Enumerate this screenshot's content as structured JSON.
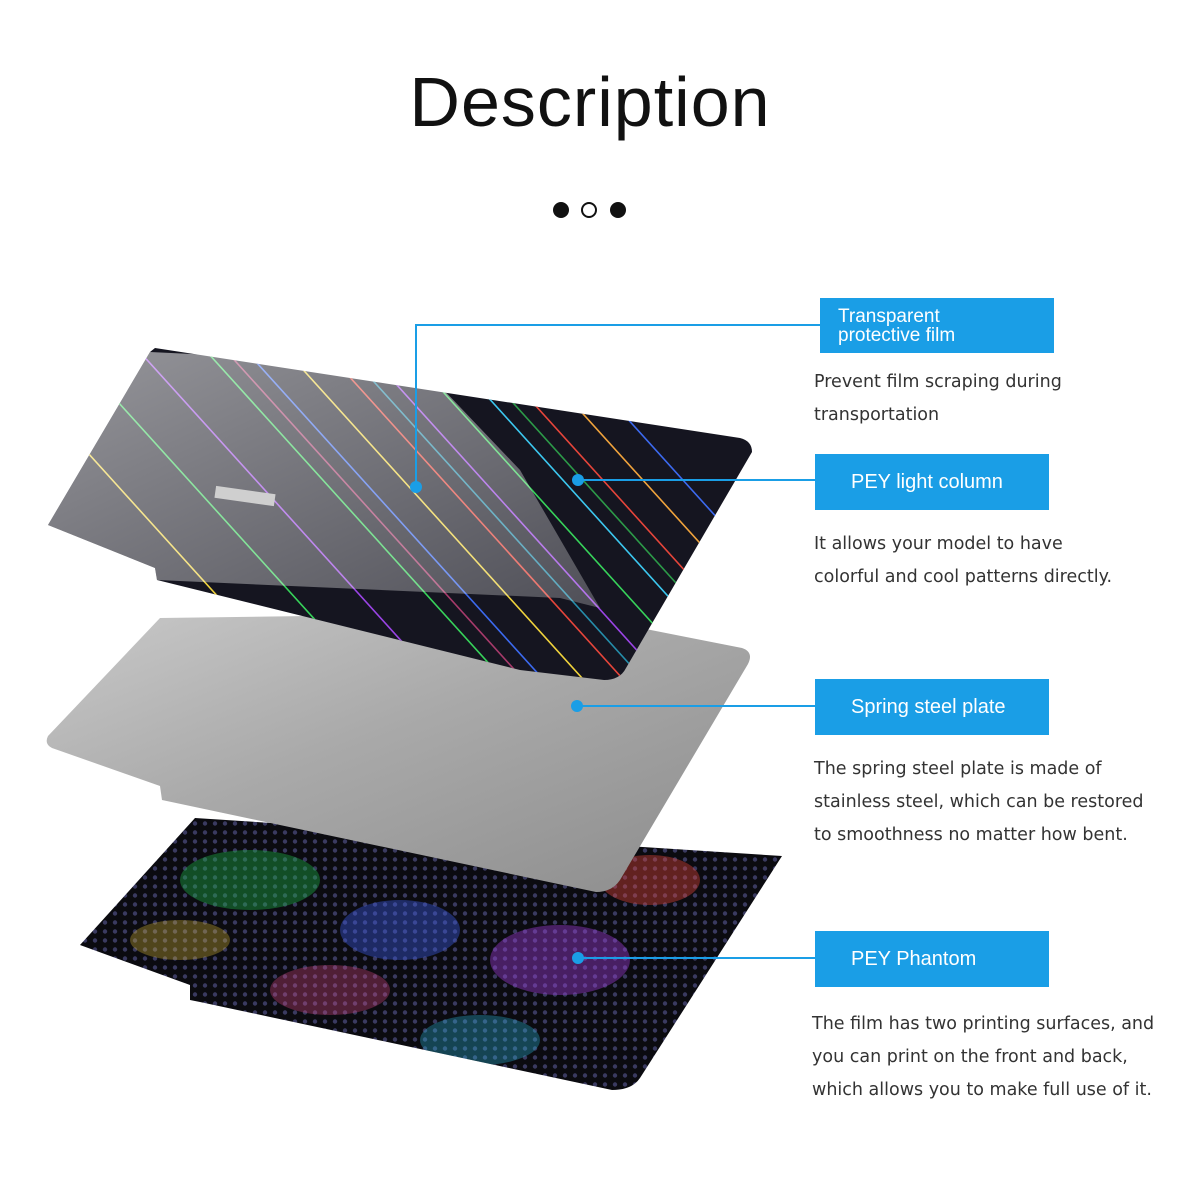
{
  "title": "Description",
  "page_dots": [
    {
      "state": "filled"
    },
    {
      "state": "hollow"
    },
    {
      "state": "filled"
    }
  ],
  "colors": {
    "accent": "#1a9ee6",
    "connector": "#1a9ee6",
    "text": "#333333"
  },
  "callouts": [
    {
      "label_line1": "Transparent",
      "label_line2": "protective film",
      "description": [
        "Prevent film scraping during",
        "transportation"
      ]
    },
    {
      "label": "PEY light column",
      "description": [
        "It allows your model to have",
        "colorful and cool patterns directly."
      ]
    },
    {
      "label": "Spring steel plate",
      "description": [
        "The spring steel plate is made of",
        "stainless steel, which can be restored",
        "to smoothness no matter how bent."
      ]
    },
    {
      "label": "PEY Phantom",
      "description": [
        "The film has two printing surfaces, and",
        "you can print on the front and back,",
        "which allows you to make full use of it."
      ]
    }
  ],
  "layers": [
    {
      "name": "transparent-film-and-pey-light-column-sheet",
      "icon": "holographic-stripes"
    },
    {
      "name": "spring-steel-plate",
      "icon": "brushed-steel"
    },
    {
      "name": "pey-phantom-sheet",
      "icon": "holographic-hexagons"
    }
  ]
}
